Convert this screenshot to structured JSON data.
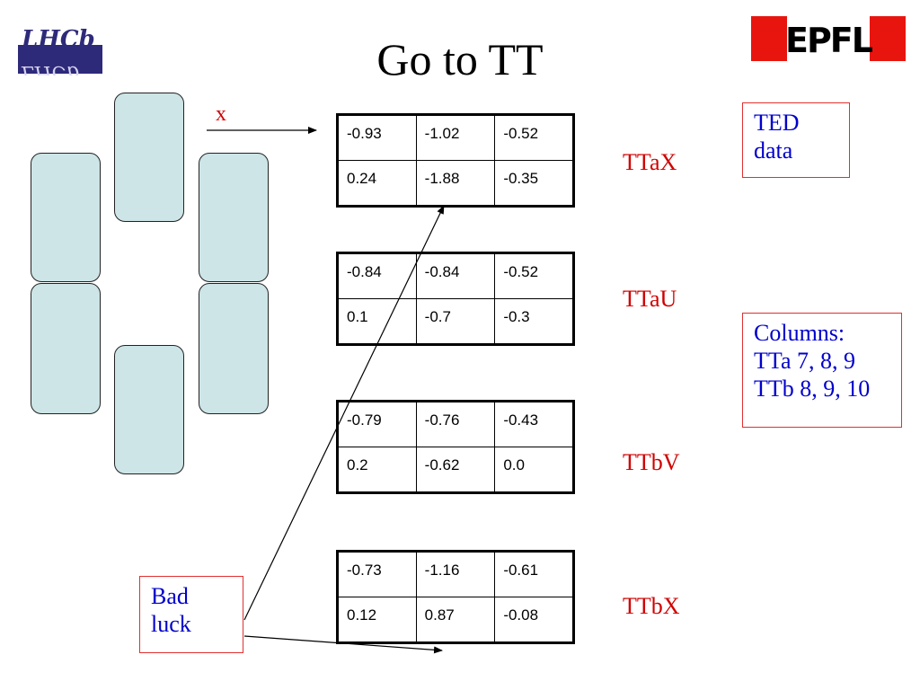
{
  "title": "Go to TT",
  "logos": {
    "lhcb": "LHCb",
    "epfl": "EPFL"
  },
  "diagram": {
    "x_label": "x"
  },
  "tables": [
    {
      "label": "TTaX",
      "rows": [
        [
          "-0.93",
          "-1.02",
          "-0.52"
        ],
        [
          "0.24",
          "-1.88",
          "-0.35"
        ]
      ]
    },
    {
      "label": "TTaU",
      "rows": [
        [
          "-0.84",
          "-0.84",
          "-0.52"
        ],
        [
          "0.1",
          "-0.7",
          "-0.3"
        ]
      ]
    },
    {
      "label": "TTbV",
      "rows": [
        [
          "-0.79",
          "-0.76",
          "-0.43"
        ],
        [
          "0.2",
          "-0.62",
          "0.0"
        ]
      ]
    },
    {
      "label": "TTbX",
      "rows": [
        [
          "-0.73",
          "-1.16",
          "-0.61"
        ],
        [
          "0.12",
          "0.87",
          "-0.08"
        ]
      ]
    }
  ],
  "notes": {
    "ted": [
      "TED",
      "data"
    ],
    "columns": [
      "Columns:",
      "TTa 7, 8, 9",
      "TTb 8, 9, 10"
    ],
    "bad_luck": [
      "Bad",
      "luck"
    ]
  },
  "colors": {
    "label_red": "#d00000",
    "note_blue": "#0000cc",
    "note_border": "#e03030",
    "module_fill": "#cde5e6",
    "epfl_red": "#e8150f"
  }
}
